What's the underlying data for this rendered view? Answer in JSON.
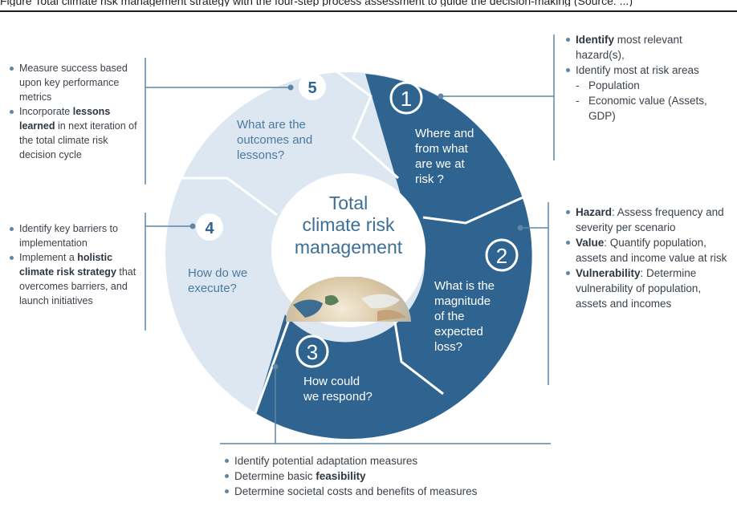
{
  "header": {
    "text": "Figure     Total climate risk management strategy with the four-step process assessment to guide the decision-making (Source: ...)"
  },
  "center": {
    "line1": "Total",
    "line2": "climate risk",
    "line3": "management"
  },
  "steps": [
    {
      "number": "1",
      "question_lines": [
        "Where and",
        "from what",
        "are we at",
        "risk ?"
      ]
    },
    {
      "number": "2",
      "question_lines": [
        "What is the",
        "magnitude",
        "of the",
        "expected",
        "loss?"
      ]
    },
    {
      "number": "3",
      "question_lines": [
        "How could",
        "we respond?"
      ]
    },
    {
      "number": "4",
      "question_lines": [
        "How do we",
        "execute?"
      ]
    },
    {
      "number": "5",
      "question_lines": [
        "What are the",
        "outcomes and",
        "lessons?"
      ]
    }
  ],
  "notes": {
    "step1": {
      "items": [
        {
          "bold": "Identify",
          "text": " most relevant hazard(s),"
        },
        {
          "bold": "",
          "text": "Identify most at risk areas"
        }
      ],
      "sub_items": [
        "Population",
        "Economic value (Assets, GDP)"
      ]
    },
    "step2": {
      "items": [
        {
          "bold": "Hazard",
          "text": ": Assess frequency and severity per scenario"
        },
        {
          "bold": "Value",
          "text": ": Quantify population, assets and income value at risk"
        },
        {
          "bold": "Vulnerability",
          "text": ": Determine vulnerability of population, assets and incomes"
        }
      ]
    },
    "step3": {
      "items": [
        {
          "bold": "",
          "text": "Identify potential adaptation measures",
          "tail": ""
        },
        {
          "bold": "feasibility",
          "text": "Determine basic ",
          "tail": ""
        },
        {
          "bold": "",
          "text": "Determine societal costs and benefits of measures",
          "tail": ""
        }
      ]
    },
    "step4": {
      "items": [
        {
          "pre": "Identify key barriers to implementation",
          "bold": "",
          "post": ""
        },
        {
          "pre": "Implement a ",
          "bold": "holistic climate risk strategy",
          "post": " that overcomes barriers, and launch initiatives"
        }
      ]
    },
    "step5": {
      "items": [
        {
          "pre": "Measure success based upon key performance metrics",
          "bold": "",
          "post": ""
        },
        {
          "pre": "Incorporate ",
          "bold": "lessons learned",
          "post": " in next iteration of the total climate risk decision cycle"
        }
      ]
    }
  },
  "colors": {
    "dark_segment": "#2f6490",
    "light_segment": "#dce7f1",
    "connector": "#5f86a6",
    "center_text": "#3c6f96"
  }
}
